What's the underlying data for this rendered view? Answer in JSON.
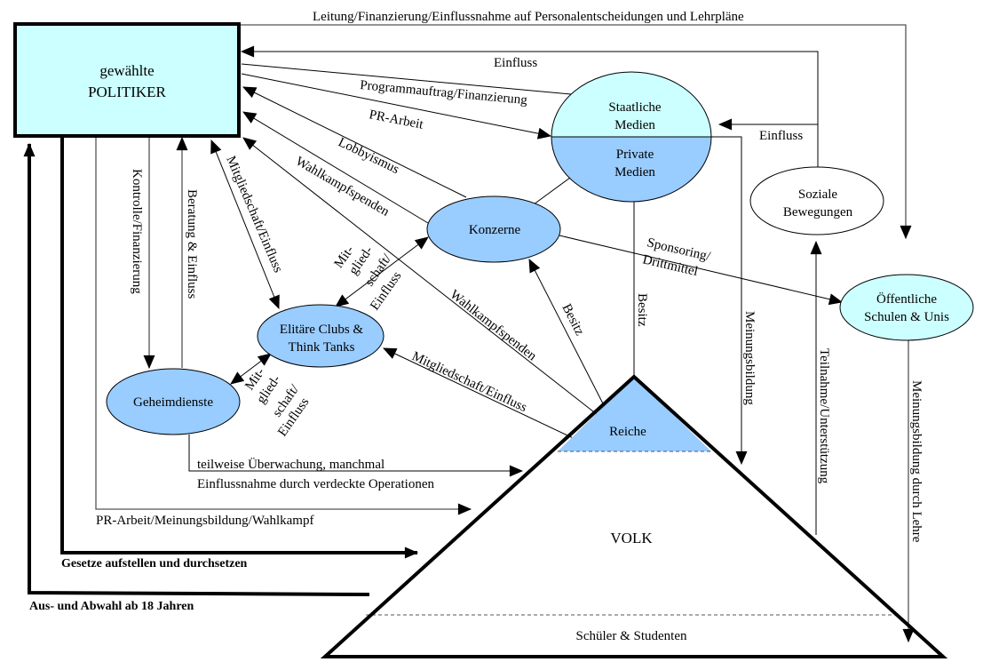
{
  "colors": {
    "politiker_fill": "#ccffff",
    "node_blue": "#99ccff",
    "node_light": "#ccffff",
    "node_white": "#ffffff",
    "stroke": "#000000"
  },
  "nodes": {
    "politiker": {
      "line1": "gewählte",
      "line2": "POLITIKER"
    },
    "staatliche_medien": {
      "line1": "Staatliche",
      "line2": "Medien"
    },
    "private_medien": {
      "line1": "Private",
      "line2": "Medien"
    },
    "soziale_bewegungen": {
      "line1": "Soziale",
      "line2": "Bewegungen"
    },
    "konzerne": {
      "label": "Konzerne"
    },
    "oeffentliche_schulen": {
      "line1": "Öffentliche",
      "line2": "Schulen & Unis"
    },
    "elitaere_clubs": {
      "line1": "Elitäre Clubs &",
      "line2": "Think Tanks"
    },
    "geheimdienste": {
      "label": "Geheimdienste"
    },
    "reiche": {
      "label": "Reiche"
    },
    "volk": {
      "label": "VOLK"
    },
    "schueler": {
      "label": "Schüler & Studenten"
    }
  },
  "edges": {
    "leitung": "Leitung/Finanzierung/Einflussnahme auf Personalentscheidungen und Lehrpläne",
    "einfluss_top": "Einfluss",
    "programmauftrag": "Programmauftrag/Finanzierung",
    "pr_arbeit_medien": "PR-Arbeit",
    "lobbyismus": "Lobbyismus",
    "wahlkampfspenden_konzerne": "Wahlkampfspenden",
    "wahlkampfspenden_reiche": "Wahlkampfspenden",
    "mitgliedschaft_clubs_pol": "Mitgliedschaft/Einfluss",
    "kontrolle": "Kontrolle/Finanzierung",
    "beratung": "Beratung & Einfluss",
    "einfluss_soziale": "Einfluss",
    "mitglied_konzerne_clubs": [
      "Mit-",
      "glied-",
      "schaft/",
      "Einfluss"
    ],
    "mitglied_geheim_clubs": [
      "Mit-",
      "glied-",
      "schaft/",
      "Einfluss"
    ],
    "mitgliedschaft_reiche_clubs": "Mitgliedschaft/Einfluss",
    "besitz_konzerne": "Besitz",
    "besitz_medien": "Besitz",
    "sponsoring": [
      "Sponsoring/",
      "Drittmittel"
    ],
    "meinungsbildung_medien": "Meinungsbildung",
    "teilnahme": "Teilnahme/Unterstützung",
    "meinungsbildung_lehre": "Meinungsbildung durch Lehre",
    "ueberwachung": [
      "teilweise Überwachung, manchmal",
      "Einflussnahme durch verdeckte Operationen"
    ],
    "pr_meinungsbildung": "PR-Arbeit/Meinungsbildung/Wahlkampf",
    "gesetze": "Gesetze aufstellen und durchsetzen",
    "abwahl": "Aus- und Abwahl ab 18 Jahren"
  }
}
